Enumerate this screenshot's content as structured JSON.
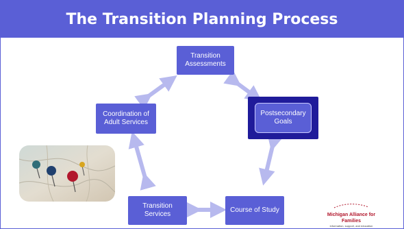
{
  "slide": {
    "title": "The Transition Planning Process"
  },
  "nodes": {
    "assessments": {
      "label": "Transition Assessments"
    },
    "goals": {
      "label": "Postsecondary Goals"
    },
    "study": {
      "label": "Course of Study"
    },
    "services": {
      "label": "Transition Services"
    },
    "adult": {
      "label": "Coordination of Adult Services"
    }
  },
  "logo": {
    "name": "Michigan Alliance for Families",
    "tagline": "information, support, and education"
  },
  "colors": {
    "accent": "#5a5fd6",
    "highlight": "#1f1b9a",
    "arrow": "#b7b9ee"
  }
}
